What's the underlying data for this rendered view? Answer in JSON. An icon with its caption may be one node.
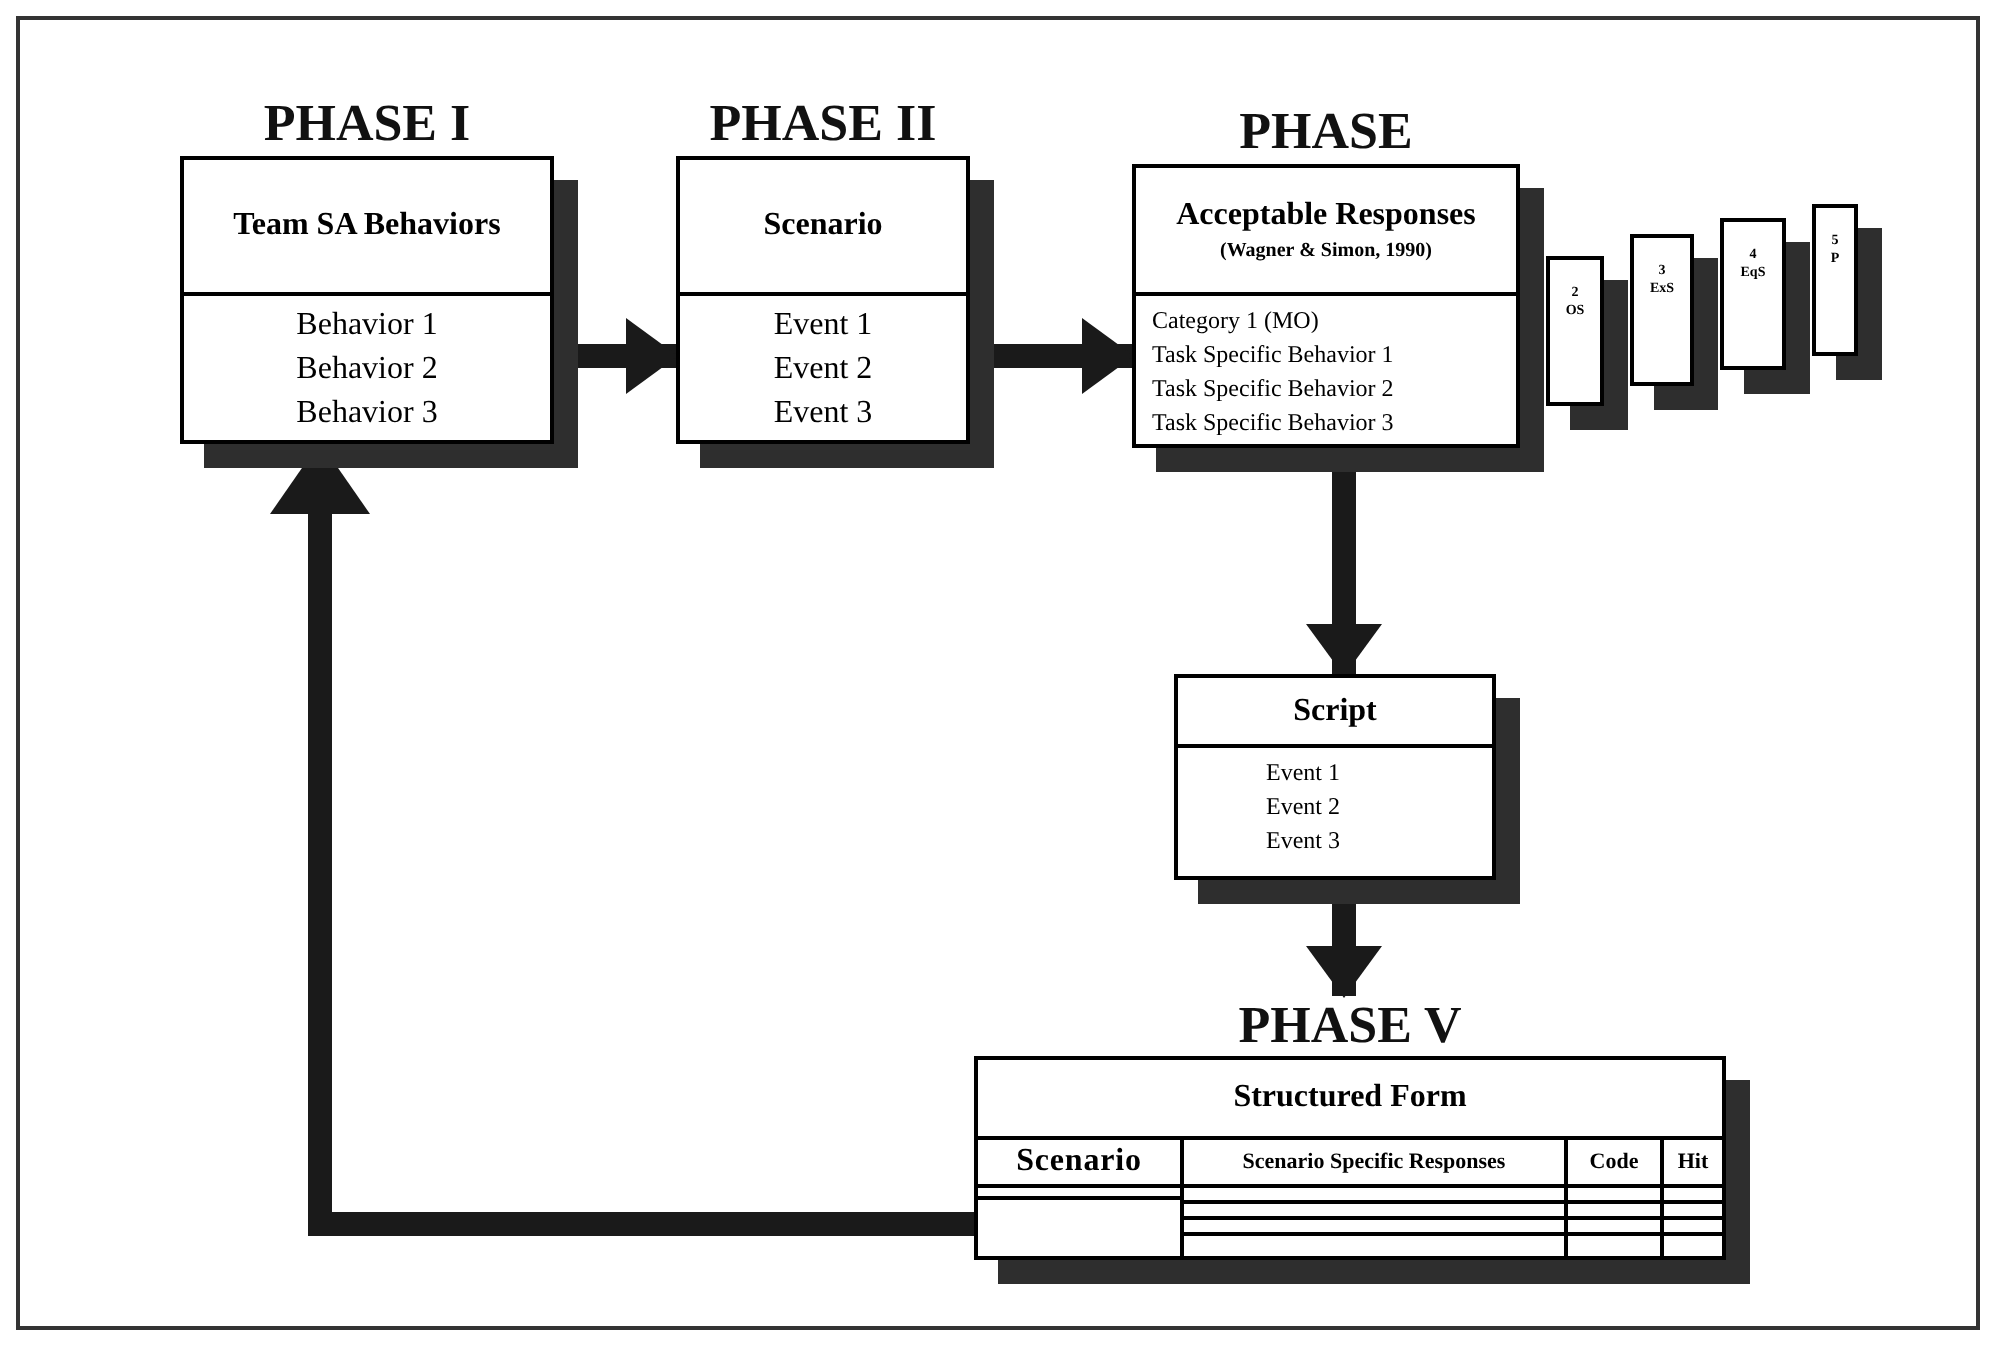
{
  "diagram": {
    "nodes": [
      {
        "text": [
          "PHASE I",
          "Team SA Behaviors",
          "Behavior 1",
          "Behavior 2",
          "Behavior 3"
        ]
      },
      {
        "text": [
          "PHASE II",
          "Scenario",
          "Event 1",
          "Event 2",
          "Event 3"
        ]
      },
      {
        "text": [
          "PHASE",
          "Acceptable Responses",
          "(Wagner & Simon, 1990)",
          "Category 1 (MO)",
          "Task Specific Behavior 1",
          "Task Specific Behavior 2",
          "Task Specific Behavior 3"
        ]
      },
      {
        "text": [
          "2",
          "OS"
        ]
      },
      {
        "text": [
          "3",
          "ExS"
        ]
      },
      {
        "text": [
          "4",
          "EqS"
        ]
      },
      {
        "text": [
          "5",
          "P"
        ]
      },
      {
        "text": [
          "Script",
          "Event 1",
          "Event 2",
          "Event 3"
        ]
      },
      {
        "text": [
          "PHASE V",
          "Structured Form",
          "Scenario",
          "Scenario Specific Responses",
          "Code",
          "Hit"
        ]
      }
    ],
    "edges": [
      {
        "from": 0,
        "to": 1,
        "arrow": "to"
      },
      {
        "from": 1,
        "to": 2,
        "arrow": "to"
      },
      {
        "from": 2,
        "to": 7,
        "arrow": "to"
      },
      {
        "from": 7,
        "to": 8,
        "arrow": "to"
      },
      {
        "from": 8,
        "to": 0,
        "arrow": "to"
      }
    ]
  }
}
